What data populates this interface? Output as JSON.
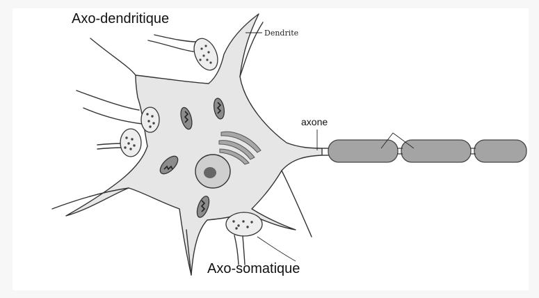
{
  "diagram": {
    "labels": {
      "axo_dendritique": "Axo-dendritique",
      "dendrite": "Dendrite",
      "axone": "axone",
      "axo_somatique": "Axo-somatique"
    }
  }
}
